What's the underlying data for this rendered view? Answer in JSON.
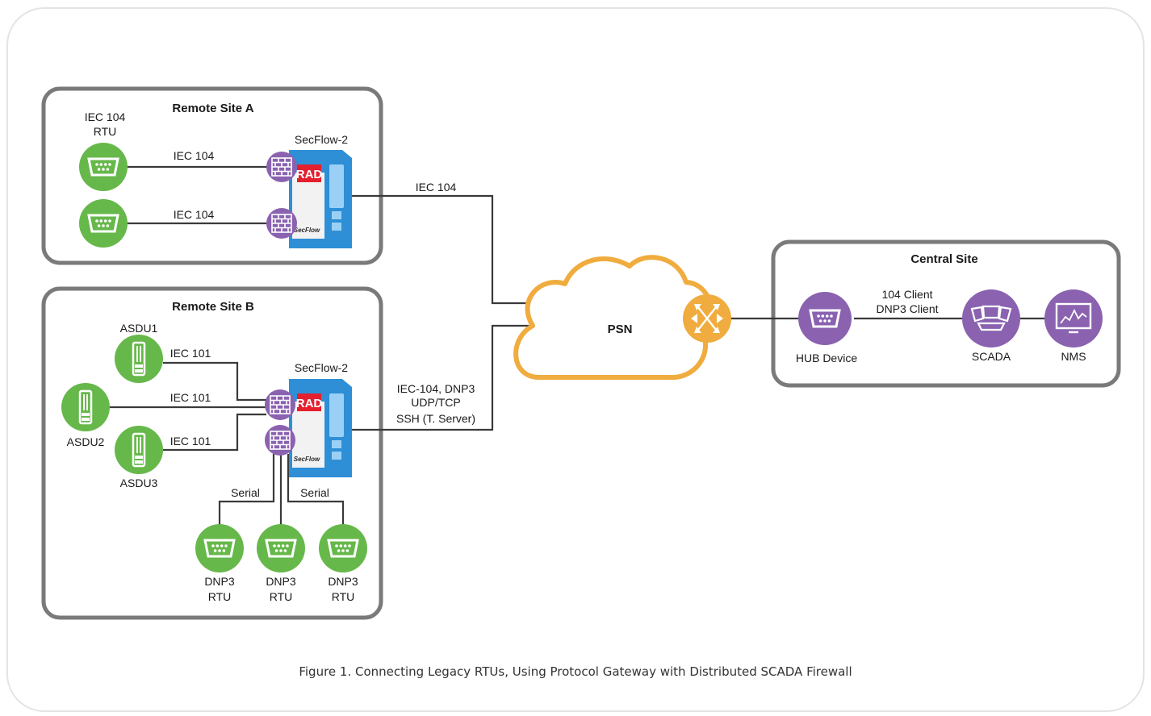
{
  "colors": {
    "green": "#66b84a",
    "purple": "#8a62b0",
    "orange": "#f0ac3e",
    "blue": "#2e8fd6",
    "frame": "#7a7a7a",
    "red": "#e4202e"
  },
  "caption": "Figure 1.  Connecting Legacy RTUs, Using Protocol Gateway with Distributed SCADA Firewall",
  "site_a": {
    "title": "Remote Site A",
    "rtu_label_1": "IEC 104",
    "rtu_label_2": "RTU",
    "link1": "IEC 104",
    "link2": "IEC 104",
    "device": "SecFlow-2",
    "uplink": "IEC 104"
  },
  "site_b": {
    "title": "Remote Site B",
    "asdu1": "ASDU1",
    "asdu2": "ASDU2",
    "asdu3": "ASDU3",
    "link1": "IEC 101",
    "link2": "IEC 101",
    "link3": "IEC 101",
    "device": "SecFlow-2",
    "serial1": "Serial",
    "serial2": "Serial",
    "dnp": "DNP3",
    "rtu": "RTU",
    "uplink_1": "IEC-104, DNP3",
    "uplink_2": "UDP/TCP",
    "uplink_3": "SSH (T. Server)"
  },
  "psn": {
    "label": "PSN"
  },
  "central": {
    "title": "Central Site",
    "client1": "104 Client",
    "client2": "DNP3 Client",
    "hub": "HUB Device",
    "scada": "SCADA",
    "nms": "NMS"
  },
  "brand": {
    "rad": "RAD",
    "secflow": "SecFlow"
  },
  "icons": [
    "rtu-serial-icon",
    "asdu-icon",
    "firewall-icon",
    "switch-icon",
    "scada-icon",
    "nms-icon"
  ]
}
